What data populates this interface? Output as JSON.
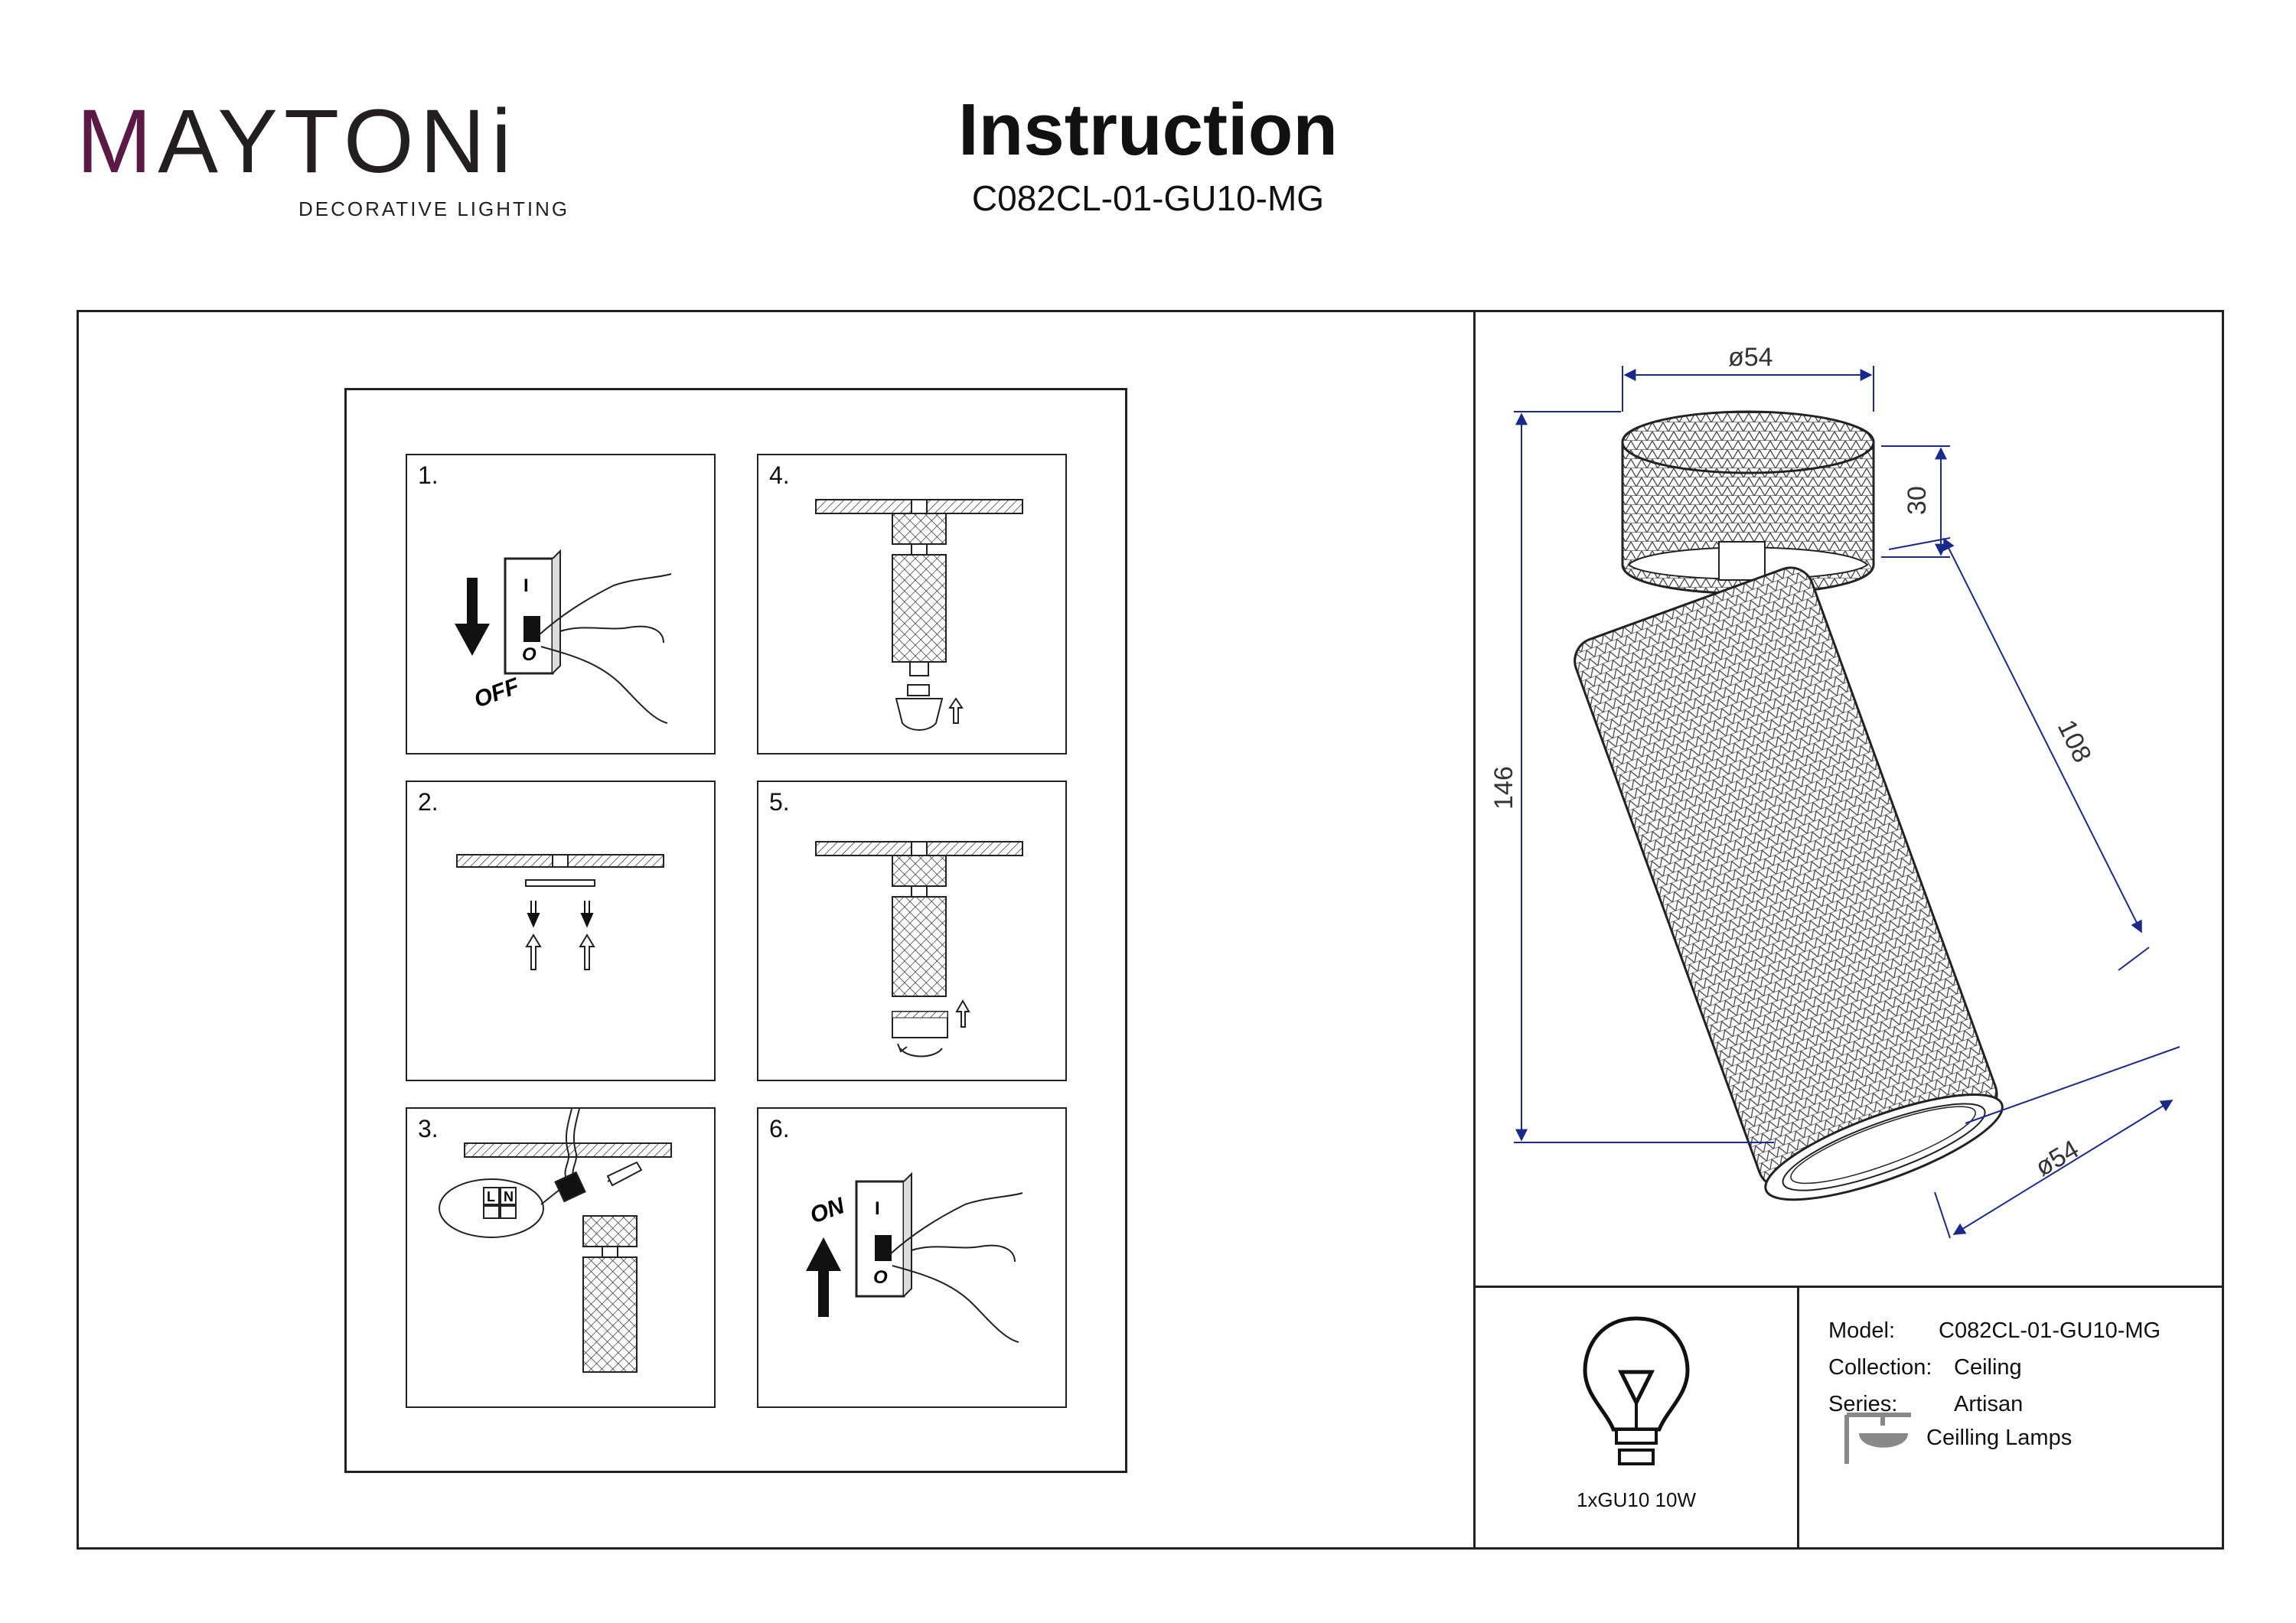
{
  "brand": {
    "logo_prefix": "M",
    "logo_rest": "AYTONi",
    "tagline": "DECORATIVE LIGHTING"
  },
  "header": {
    "title": "Instruction",
    "model": "C082CL-01-GU10-MG"
  },
  "steps": [
    {
      "number": "1.",
      "switch_text": "OFF"
    },
    {
      "number": "2."
    },
    {
      "number": "3.",
      "terminal_l": "L",
      "terminal_n": "N"
    },
    {
      "number": "4."
    },
    {
      "number": "5."
    },
    {
      "number": "6.",
      "switch_text": "ON"
    }
  ],
  "switch_marks": {
    "on": "I",
    "off": "O"
  },
  "dimensions": {
    "base_diameter": "ø54",
    "base_height": "30",
    "total_height": "146",
    "body_length": "108",
    "body_diameter": "ø54"
  },
  "bulb": {
    "icon": "light-bulb-icon",
    "label": "1xGU10 10W"
  },
  "specs": {
    "model_label": "Model:",
    "model_value": "C082CL-01-GU10-MG",
    "collection_label": "Collection:",
    "collection_value": "Ceiling",
    "series_label": "Series:",
    "series_value": "Artisan",
    "category_icon": "ceiling-lamp-icon",
    "category_value": "Ceilling Lamps"
  },
  "colors": {
    "logo_accent": "#5b1a46",
    "line": "#222222",
    "dimension_line": "#1a2a8a"
  }
}
